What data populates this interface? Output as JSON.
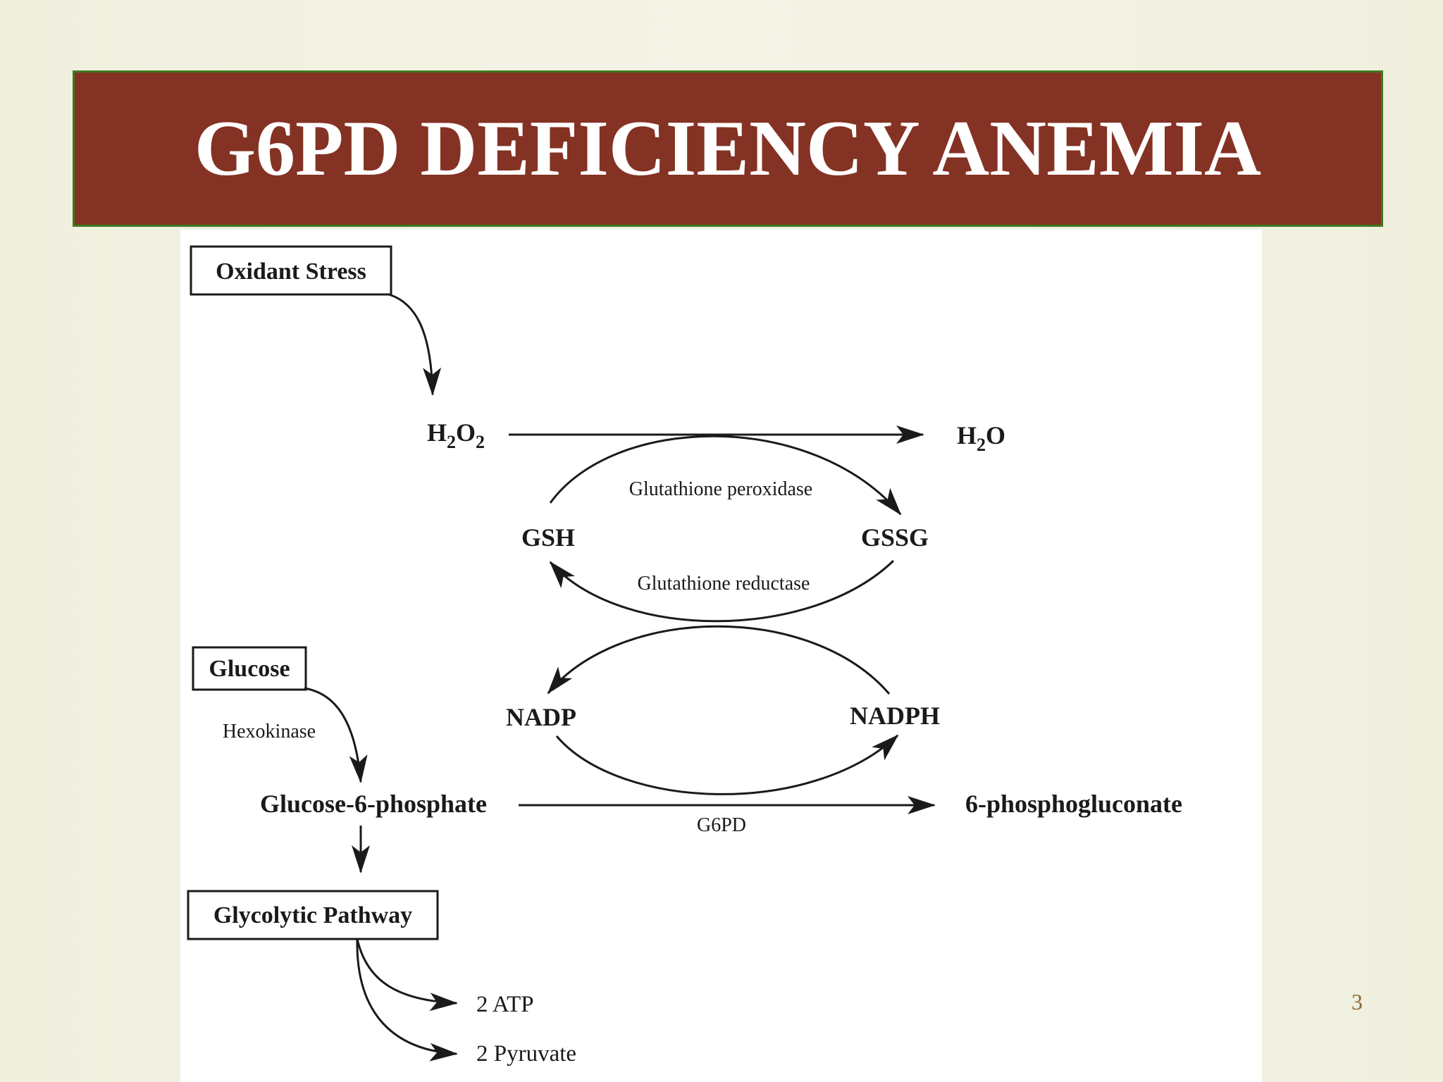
{
  "title": "G6PD DEFICIENCY ANEMIA",
  "page_number": "3",
  "diagram": {
    "oxidant_stress": "Oxidant Stress",
    "h2o2": {
      "main1": "H",
      "sub1": "2",
      "main2": "O",
      "sub2": "2"
    },
    "h2o": {
      "main1": "H",
      "sub1": "2",
      "main2": "O"
    },
    "glutathione_peroxidase": "Glutathione peroxidase",
    "gsh": "GSH",
    "gssg": "GSSG",
    "glutathione_reductase": "Glutathione reductase",
    "glucose": "Glucose",
    "hexokinase": "Hexokinase",
    "nadp": "NADP",
    "nadph": "NADPH",
    "glucose_6_phosphate": "Glucose-6-phosphate",
    "g6pd": "G6PD",
    "phosphogluconate": "6-phosphogluconate",
    "glycolytic_pathway": "Glycolytic Pathway",
    "atp": "2 ATP",
    "pyruvate": "2 Pyruvate"
  }
}
